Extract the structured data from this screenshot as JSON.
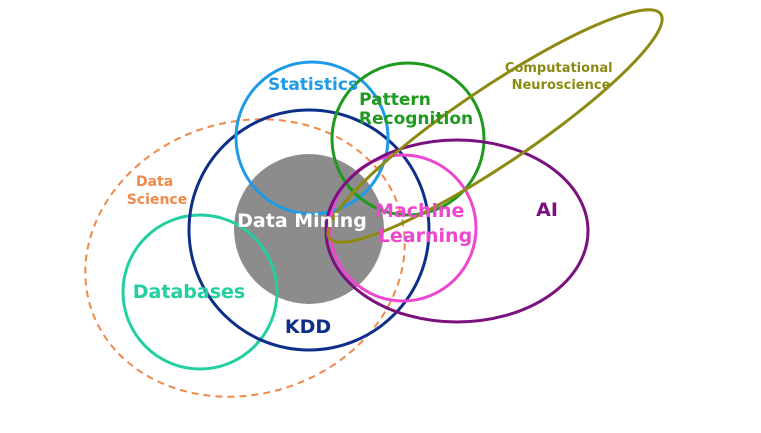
{
  "labels": {
    "data_science": [
      "Data",
      "Science"
    ],
    "statistics": "Statistics",
    "pattern_recognition": [
      "Pattern",
      "Recognition"
    ],
    "computational_neuroscience": [
      "Computational",
      "Neuroscience"
    ],
    "data_mining": "Data Mining",
    "machine_learning": [
      "Machine",
      "Learning"
    ],
    "ai": "AI",
    "databases": "Databases",
    "kdd": "KDD"
  },
  "colors": {
    "data_science": "#f0894a",
    "statistics": "#1e9be8",
    "pattern_recognition": "#1e9a1e",
    "computational_neuroscience": "#8c8a12",
    "data_mining_fill": "#8c8c8c",
    "data_mining_text": "#ffffff",
    "machine_learning": "#ee47cf",
    "ai": "#7a117e",
    "databases": "#22cfa0",
    "kdd": "#0d2f8a"
  }
}
